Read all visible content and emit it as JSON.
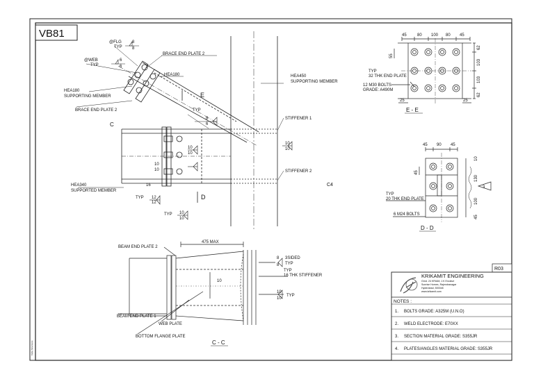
{
  "drawing_id": "VB81",
  "revision": "R03",
  "views": {
    "ee": "E - E",
    "dd": "D - D",
    "cc": "C - C",
    "section_e": "E",
    "section_d": "D",
    "section_c": "C"
  },
  "labels": {
    "flg_weld": "@FLG",
    "web_weld": "@WEB",
    "typ": "TYP",
    "weld_8": "8",
    "weld_6": "6",
    "weld_10": "10",
    "weld_12": "12",
    "weld_3": "3",
    "brace_end_plate_2_top": "BRACE END PLATE 2",
    "hea180_top": "HEA180",
    "hea180_member": "HEA180",
    "supporting_member": "SUPPORTING MEMBER",
    "brace_end_plate_2_left": "BRACE END PLATE 2",
    "hea450": "HEA450",
    "supporting_member_2": "SUPPORTING MEMBER",
    "stiffener_1": "STIFFENER 1",
    "stiffener_2": "STIFFENER 2",
    "hea340": "HEA340",
    "supported_member": "SUPPORTED MEMBER",
    "typ_32_end_plate": "32 THK END PLATE",
    "bolts_12": "12 M30 BOLTS",
    "bolt_grade": "GRADE: A490M",
    "typ_20_end_plate": "20 THK END PLATE",
    "bolts_6": "6 M24 BOLTS",
    "beam_end_plate_2": "BEAM END PLATE 2",
    "max_475": "475 MAX",
    "weld_3sided": "3SIDED",
    "typ_16_stiffener": "16 THK STIFFENER",
    "beam_end_plate_1": "BEAM END PLATE 1",
    "web_plate": "WEB PLATE",
    "bottom_flange_plate": "BOTTOM FLANGE PLATE",
    "c4": "C4",
    "thk_16": "16",
    "d_10": "10"
  },
  "dims_ee_top": [
    "45",
    "80",
    "100",
    "80",
    "45"
  ],
  "dims_ee_right": [
    "62",
    "103",
    "103",
    "62"
  ],
  "dims_ee_left": "55",
  "dims_ee_bottom": [
    "25",
    "25"
  ],
  "dims_dd_top": [
    "45",
    "90",
    "45"
  ],
  "dims_dd_right": [
    "10",
    "130",
    "100",
    "45"
  ],
  "dims_dd_left": "45",
  "title_block": {
    "company": "KRIKAMIT ENGINEERING",
    "addr1": "Grnd. 24 KRIAM, J.K Enclave",
    "addr2": "Sunrise Homes, Rajendranagar",
    "addr3": "Hyderabad, 500048",
    "addr4": "www.krikamit.com",
    "notes_header": "NOTES :",
    "notes": [
      {
        "num": "1.",
        "text": "BOLTS GRADE: A325M (U.N.O)"
      },
      {
        "num": "2.",
        "text": "WELD ELECTRODE: E70XX"
      },
      {
        "num": "3.",
        "text": "SECTION MATERIAL GRADE: S355JR"
      },
      {
        "num": "4.",
        "text": "PLATES/ANGLES MATERIAL GRADE: S355JR"
      }
    ]
  },
  "side_note": "Tekla Structures"
}
